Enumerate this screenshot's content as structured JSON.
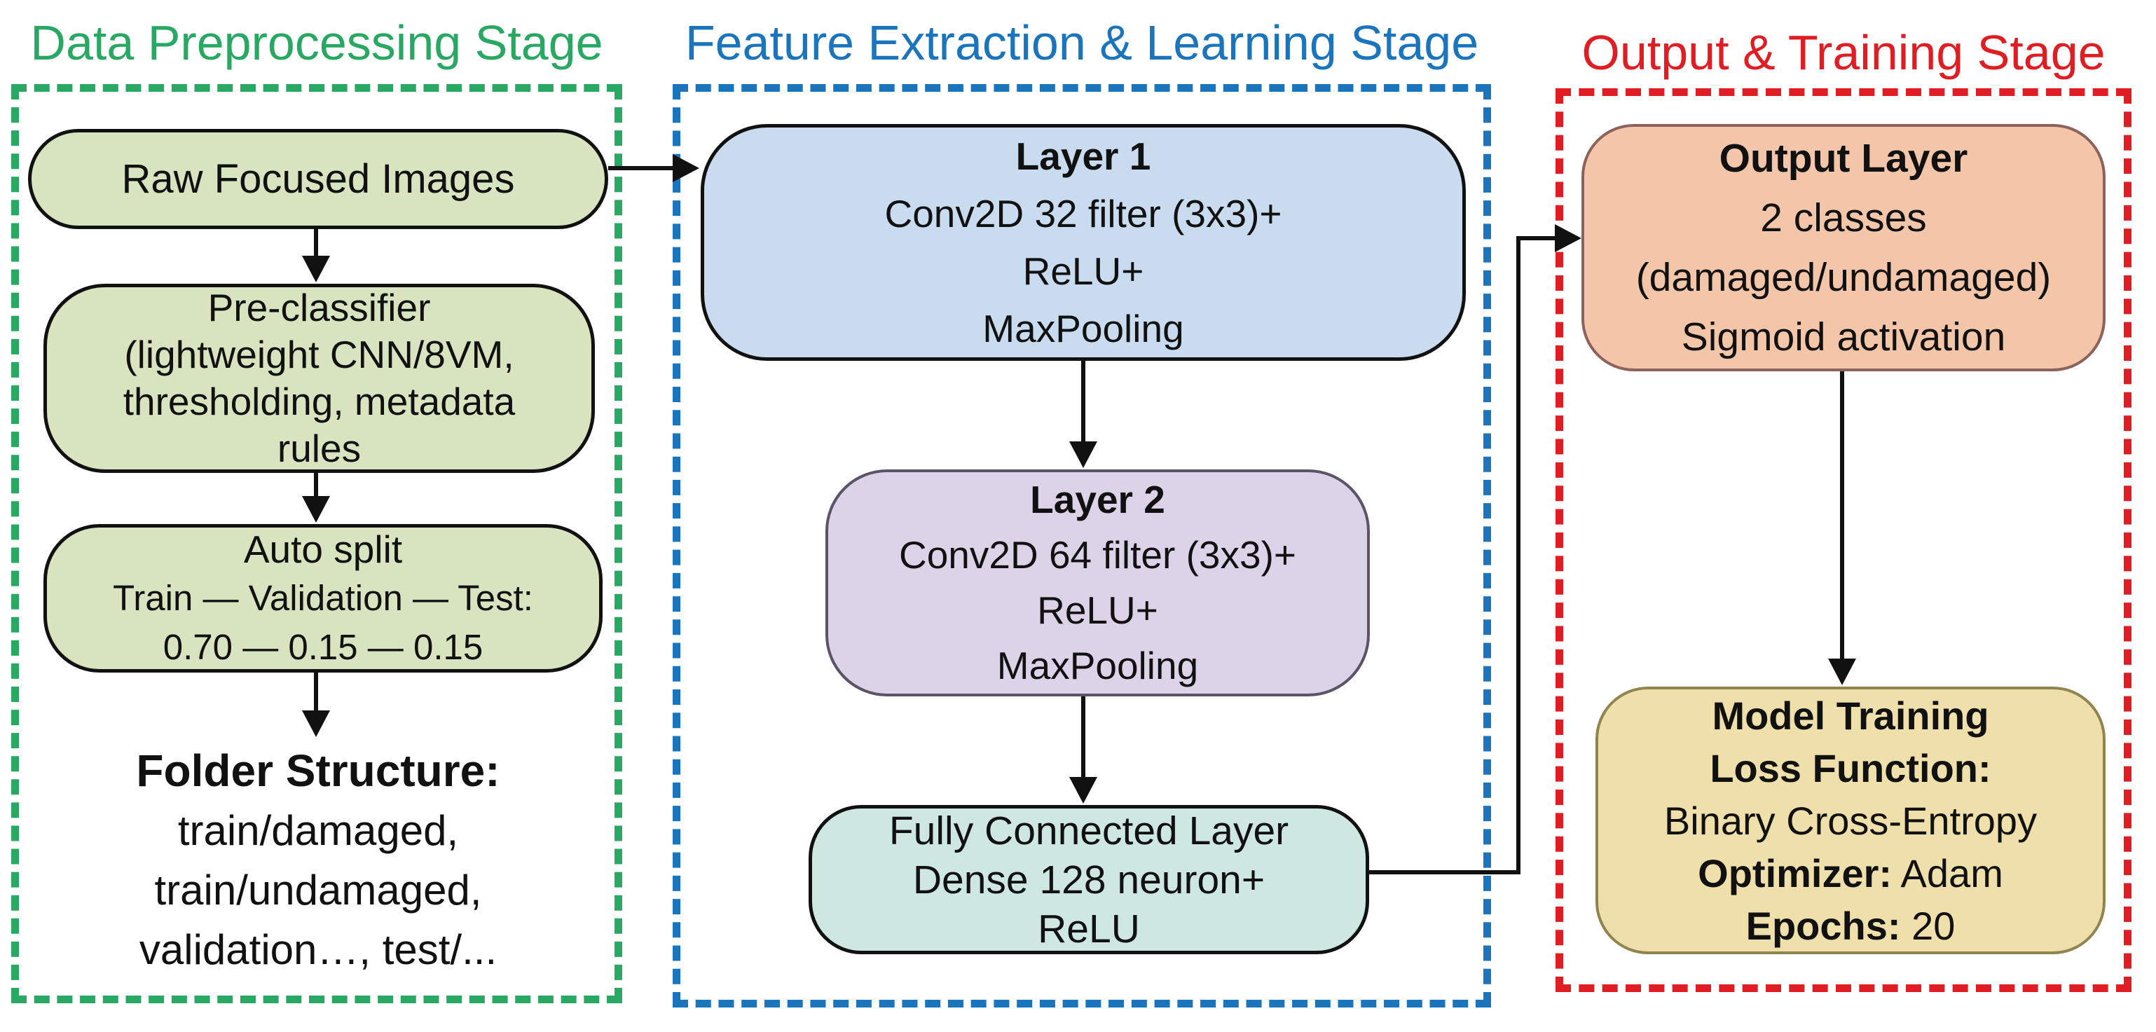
{
  "colors": {
    "preprocessing_accent": "#28a862",
    "feature_accent": "#1b75bc",
    "output_accent": "#e01d23",
    "green_box_fill": "#d7e4bf",
    "layer1_fill": "#c9dbee",
    "layer2_fill": "#ddd3e9",
    "fully_connected_fill": "#cfe7e1",
    "output_layer_fill": "#f3c6aa",
    "model_training_fill": "#efdfaa"
  },
  "stages": {
    "preprocessing": {
      "title": "Data Preprocessing Stage",
      "boxes": {
        "raw": {
          "line1": "Raw Focused Images"
        },
        "preclassifier": {
          "line1": "Pre-classifier",
          "line2": "(lightweight CNN/8VM,",
          "line3": "thresholding, metadata",
          "line4": "rules"
        },
        "autosplit": {
          "line1": "Auto split",
          "line2": "Train — Validation — Test:",
          "line3": "0.70 — 0.15 — 0.15"
        }
      },
      "folder_note": {
        "title": "Folder Structure:",
        "line1": "train/damaged,",
        "line2": "train/undamaged,",
        "line3": "validation…, test/..."
      }
    },
    "feature": {
      "title": "Feature Extraction & Learning Stage",
      "boxes": {
        "layer1": {
          "title": "Layer 1",
          "line2": "Conv2D 32 filter (3x3)+",
          "line3": "ReLU+",
          "line4": "MaxPooling"
        },
        "layer2": {
          "title": "Layer 2",
          "line2": "Conv2D 64 filter (3x3)+",
          "line3": "ReLU+",
          "line4": "MaxPooling"
        },
        "fully_connected": {
          "line1": "Fully Connected Layer",
          "line2": "Dense 128 neuron+",
          "line3": "ReLU"
        }
      }
    },
    "output": {
      "title": "Output & Training Stage",
      "boxes": {
        "output_layer": {
          "title": "Output Layer",
          "line2": "2 classes",
          "line3": "(damaged/undamaged)",
          "line4": "Sigmoid activation"
        },
        "model_training": {
          "title": "Model Training",
          "loss_label": "Loss Function:",
          "loss_value": "Binary Cross-Entropy",
          "optimizer_label": "Optimizer:",
          "optimizer_value": " Adam",
          "epochs_label": "Epochs:",
          "epochs_value": " 20"
        }
      }
    }
  }
}
